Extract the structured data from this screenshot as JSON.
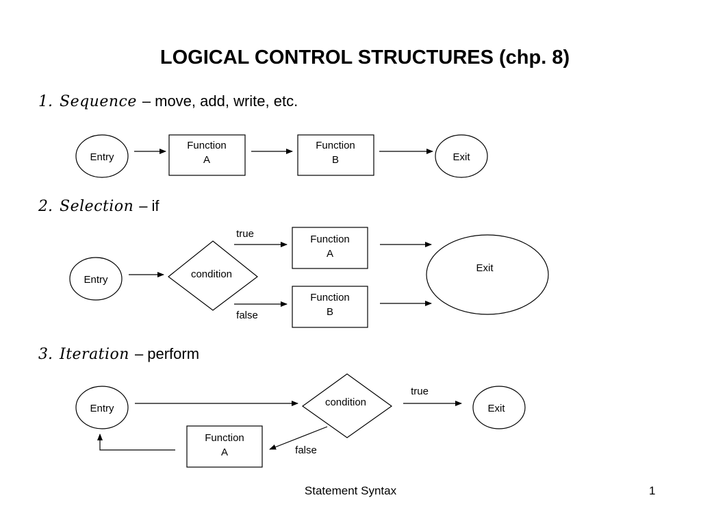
{
  "title": "LOGICAL CONTROL STRUCTURES (chp. 8)",
  "sections": [
    {
      "number": "1.",
      "term": "Sequence",
      "separator": "–",
      "description": "move, add, write, etc.",
      "nodes": {
        "entry": "Entry",
        "function_a": [
          "Function",
          "A"
        ],
        "function_b": [
          "Function",
          "B"
        ],
        "exit": "Exit"
      }
    },
    {
      "number": "2.",
      "term": "Selection",
      "separator": "–",
      "description": "if",
      "nodes": {
        "entry": "Entry",
        "condition": "condition",
        "true_label": "true",
        "false_label": "false",
        "function_a": [
          "Function",
          "A"
        ],
        "function_b": [
          "Function",
          "B"
        ],
        "exit": "Exit"
      }
    },
    {
      "number": "3.",
      "term": "Iteration",
      "separator": "–",
      "description": "perform",
      "nodes": {
        "entry": "Entry",
        "condition": "condition",
        "true_label": "true",
        "false_label": "false",
        "function_a": [
          "Function",
          "A"
        ],
        "exit": "Exit"
      }
    }
  ],
  "footer": {
    "title": "Statement Syntax",
    "page": "1"
  }
}
